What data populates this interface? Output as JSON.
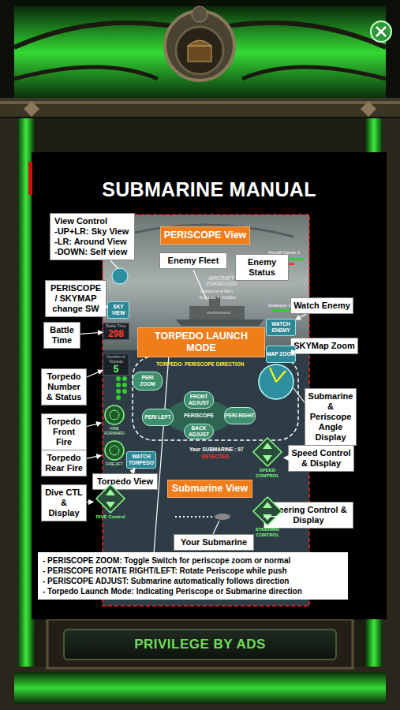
{
  "diagram": {
    "title": "SUBMARINE MANUAL",
    "nodes": [
      {
        "text": [
          "View Control",
          "-UP+LR: Sky View",
          "-LR: Around View",
          "-DOWN: Self view"
        ]
      },
      {
        "text": [
          "PERISCOPE View"
        ]
      },
      {
        "text": [
          "Enemy Fleet"
        ]
      },
      {
        "text": [
          "Enemy Status"
        ]
      },
      {
        "text": [
          "PERISCOPE / SKYMAP change SW"
        ]
      },
      {
        "text": [
          "SKY VIEW"
        ]
      },
      {
        "text": [
          "Watch Enemy"
        ]
      },
      {
        "text": [
          "WATCH ENEMY"
        ]
      },
      {
        "text": [
          "Battle Time"
        ]
      },
      {
        "text": [
          "Battle Time",
          "298"
        ]
      },
      {
        "text": [
          "TORPEDO LAUNCH MODE"
        ]
      },
      {
        "text": [
          "SKYMap Zoom"
        ]
      },
      {
        "text": [
          "MAP ZOOM"
        ]
      },
      {
        "text": [
          "Number of Torpedo",
          "5"
        ]
      },
      {
        "text": [
          "Torpedo Number & Status"
        ]
      },
      {
        "text": [
          "PERI ZOOM"
        ]
      },
      {
        "text": [
          "FRONT ADJUST"
        ]
      },
      {
        "text": [
          "PERI LEFT"
        ]
      },
      {
        "text": [
          "PERI RIGHT"
        ]
      },
      {
        "text": [
          "BACK ADJUST"
        ]
      },
      {
        "text": [
          "Submarine & Periscope Angle Display"
        ]
      },
      {
        "text": [
          "Torpedo Front Fire"
        ]
      },
      {
        "text": [
          "FIRE FORWARD"
        ]
      },
      {
        "text": [
          "SPEED CONTROL"
        ]
      },
      {
        "text": [
          "Speed Control & Display"
        ]
      },
      {
        "text": [
          "Torpedo Rear Fire"
        ]
      },
      {
        "text": [
          "FIRE AFT"
        ]
      },
      {
        "text": [
          "WATCH TORPEDO"
        ]
      },
      {
        "text": [
          "Torpedo View"
        ]
      },
      {
        "text": [
          "Submarine View"
        ]
      },
      {
        "text": [
          "Dive CTL & Display"
        ]
      },
      {
        "text": [
          "DIVE Control"
        ]
      },
      {
        "text": [
          "Steering Control & Display"
        ]
      },
      {
        "text": [
          "STEERING CONTROL"
        ]
      },
      {
        "text": [
          "Your Submarine"
        ]
      },
      {
        "text": [
          "- PERISCOPE ZOOM: Toggle Switch for periscope zoom or normal",
          "- PERISCOPE ROTATE RIGHT/LEFT: Rotate Periscope while push",
          "- PERISCOPE ADJUST: Submarine automatically follows direction",
          "- Torpedo Launch Mode: Indicating Periscope or Submarine direction"
        ]
      },
      {
        "text": [
          "PRIVILEGE BY ADS"
        ]
      }
    ],
    "edges": [
      {
        "from": 4,
        "to": 5,
        "arrow": "to"
      },
      {
        "from": 6,
        "to": 7,
        "arrow": "to"
      },
      {
        "from": 8,
        "to": 9,
        "arrow": "to"
      },
      {
        "from": 11,
        "to": 12,
        "arrow": "to"
      },
      {
        "from": 14,
        "to": 13,
        "arrow": "to"
      },
      {
        "from": 21,
        "to": 22,
        "arrow": "to"
      },
      {
        "from": 24,
        "to": 23,
        "arrow": "to"
      },
      {
        "from": 25,
        "to": 26,
        "arrow": "to"
      },
      {
        "from": 28,
        "to": 27,
        "arrow": "to"
      },
      {
        "from": 30,
        "to": 31,
        "arrow": "to"
      },
      {
        "from": 32,
        "to": 33,
        "arrow": "to"
      }
    ],
    "labels": [
      "AIRCRAFT ZUIKAKU100",
      "Distance:4.8km",
      "Torpedo = 32SEC",
      "Aircraft Carrier 1",
      "Destroyer 1",
      "TORPEDO: PERISCOPE DIRECTION",
      "PERISCOPE",
      "Your SUBMARINE : 97",
      "DETECTED"
    ]
  }
}
